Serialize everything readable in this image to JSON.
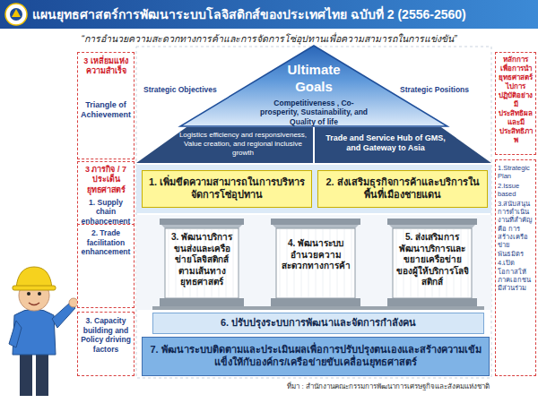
{
  "diagram": {
    "title": "แผนยุทธศาสตร์การพัฒนาระบบโลจิสติกส์ของประเทศไทย ฉบับที่ 2 (2556-2560)",
    "nodes": [
      {
        "text": [
          "Ultimate Goals",
          "Competitiveness , Co-prosperity, Sustainability, and Quality of life"
        ]
      },
      {
        "text": [
          "3 เหลี่ยมแห่งความสำเร็จ",
          "Triangle of Achievement"
        ]
      },
      {
        "text": [
          "Logistics efficiency and responsiveness, Value creation, and regional inclusive growth"
        ]
      },
      {
        "text": [
          "Trade and Service Hub of GMS, and Gateway to Asia"
        ]
      },
      {
        "text": [
          "หลักการเพื่อการนำยุทธศาสตร์ไปการปฏิบัติอย่างมีประสิทธิผลและมีประสิทธิภาพ"
        ]
      },
      {
        "text": [
          "3 ภารกิจ / 7 ประเด็นยุทธศาสตร์",
          "1. Supply chain enhancement"
        ]
      },
      {
        "text": [
          "1. เพิ่มขีดความสามารถในการบริหารจัดการโซ่อุปทาน"
        ]
      },
      {
        "text": [
          "2. ส่งเสริมธุรกิจการค้าและบริการในพื้นที่เมืองชายแดน"
        ]
      },
      {
        "text": [
          "1.Strategic Plan",
          "2.Issue based",
          "3.สนับสนุนการดำเนินงานที่สำคัญ คือ การสร้างเครือข่ายพันธมิตร",
          "4.เปิดโอกาสให้ภาคเอกชนมีส่วนร่วม"
        ]
      },
      {
        "text": [
          "2. Trade facilitation enhancement"
        ]
      },
      {
        "text": [
          "3. พัฒนาบริการขนส่งและเครือข่ายโลจิสติกส์ตามเส้นทางยุทธศาสตร์"
        ]
      },
      {
        "text": [
          "4. พัฒนาระบบอำนวยความสะดวกทางการค้า"
        ]
      },
      {
        "text": [
          "5. ส่งเสริมการพัฒนาบริการและขยายเครือข่ายของผู้ให้บริการโลจิสติกส์"
        ]
      },
      {
        "text": [
          "3. Capacity building and Policy driving factors"
        ]
      },
      {
        "text": [
          "6. ปรับปรุงระบบการพัฒนาและจัดการกำลังคน"
        ]
      },
      {
        "text": [
          "7. พัฒนาระบบติดตามและประเมินผลเพื่อการปรับปรุงตนเองและสร้างความเข้มแข็งให้กับองค์กร/เครือข่ายขับเคลื่อนยุทธศาสตร์"
        ]
      }
    ],
    "labels": [
      "“การอำนวยความสะดวกทางการค้าและการจัดการโซ่อุปทานเพื่อความสามารถในการแข่งขัน”",
      "Strategic Objectives",
      "Strategic Positions",
      "ที่มา : สำนักงานคณะกรรมการพัฒนาการเศรษฐกิจและสังคมแห่งชาติ"
    ]
  }
}
